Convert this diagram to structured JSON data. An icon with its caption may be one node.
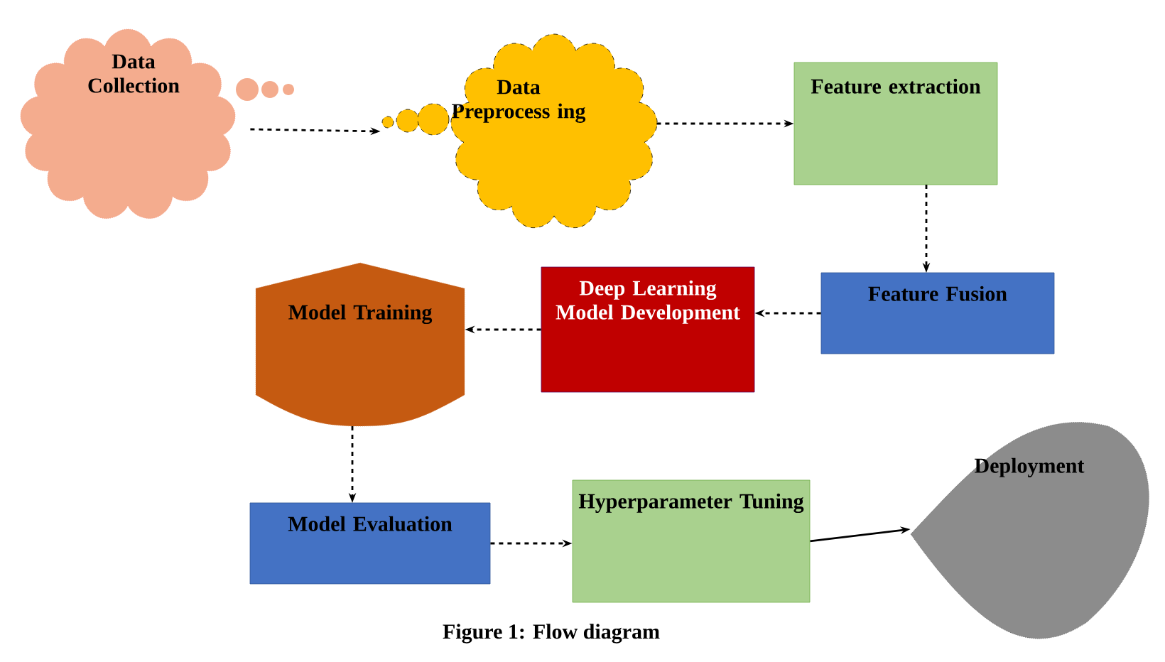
{
  "diagram": {
    "caption": "Figure 1: Flow diagram",
    "nodes": [
      {
        "text": [
          "Data Collection"
        ]
      },
      {
        "text": [
          "Data Preprocess ing"
        ]
      },
      {
        "text": [
          "Feature extraction"
        ]
      },
      {
        "text": [
          "Feature Fusion"
        ]
      },
      {
        "text": [
          "Deep Learning Model Development"
        ]
      },
      {
        "text": [
          "Model Training"
        ]
      },
      {
        "text": [
          "Model Evaluation"
        ]
      },
      {
        "text": [
          "Hyperparameter Tuning"
        ]
      },
      {
        "text": [
          "Deployment"
        ]
      }
    ],
    "edges": [
      {
        "from": 0,
        "to": 1,
        "arrow": "to",
        "style": "dashed"
      },
      {
        "from": 1,
        "to": 2,
        "arrow": "to",
        "style": "dashed"
      },
      {
        "from": 2,
        "to": 3,
        "arrow": "to",
        "style": "dashed"
      },
      {
        "from": 3,
        "to": 4,
        "arrow": "to",
        "style": "dashed"
      },
      {
        "from": 4,
        "to": 5,
        "arrow": "to",
        "style": "dashed"
      },
      {
        "from": 5,
        "to": 6,
        "arrow": "to",
        "style": "dashed"
      },
      {
        "from": 6,
        "to": 7,
        "arrow": "to",
        "style": "dashed"
      },
      {
        "from": 7,
        "to": 8,
        "arrow": "to"
      }
    ]
  }
}
